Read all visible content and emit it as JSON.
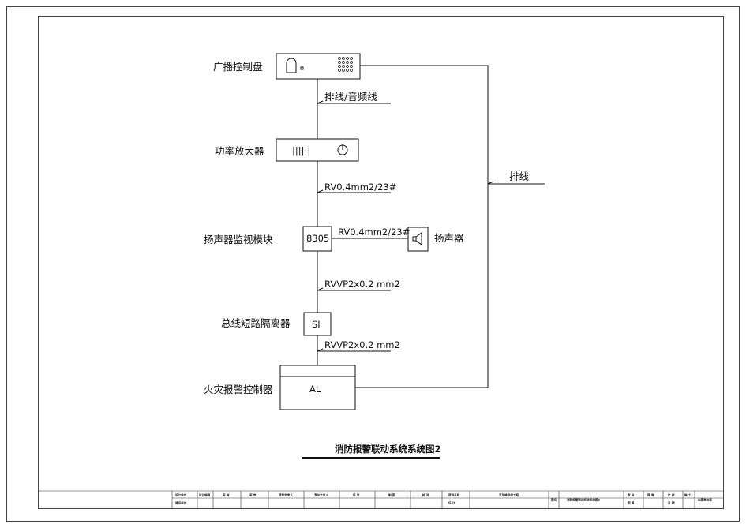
{
  "title": "消防报警联动系统系统图2",
  "components": {
    "broadcast_panel": "广播控制盘",
    "power_amplifier": "功率放大器",
    "speaker_monitor_module": "扬声器监视模块",
    "speaker_monitor_code": "8305",
    "speaker": "扬声器",
    "bus_isolator": "总线短路隔离器",
    "bus_isolator_code": "SI",
    "fire_alarm_controller": "火灾报警控制器",
    "fire_alarm_controller_code": "AL",
    "amp_bars": "||||||"
  },
  "wires": {
    "panel_to_amp": "排线/音频线",
    "amp_to_module": "RV0.4mm2/23#",
    "module_to_speaker": "RV0.4mm2/23#",
    "module_to_isolator": "RVVP2x0.2  mm2",
    "isolator_to_controller": "RVVP2x0.2  mm2",
    "panel_to_controller": "排线"
  },
  "title_block": {
    "left_cells_top": [
      "设计单位",
      "设计编号",
      "审 核",
      "审 定",
      "项目负责人",
      "专业负责人",
      "设 计",
      "制 图",
      "校 对",
      "项目名称"
    ],
    "left_cells_bottom": [
      "建设单位",
      "",
      "",
      "",
      "",
      "",
      "",
      "",
      "",
      "设 计"
    ],
    "project_name": "某某楼系统工程",
    "drawing_label": "图名",
    "drawing_name": "消防报警联动系统系统图2",
    "right_cells_top": [
      "专 业",
      "弱 电",
      "比 例",
      "施 工"
    ],
    "right_cells_bottom": [
      "图 号",
      "",
      "日 期",
      ""
    ],
    "stamp": "出图章处签"
  }
}
